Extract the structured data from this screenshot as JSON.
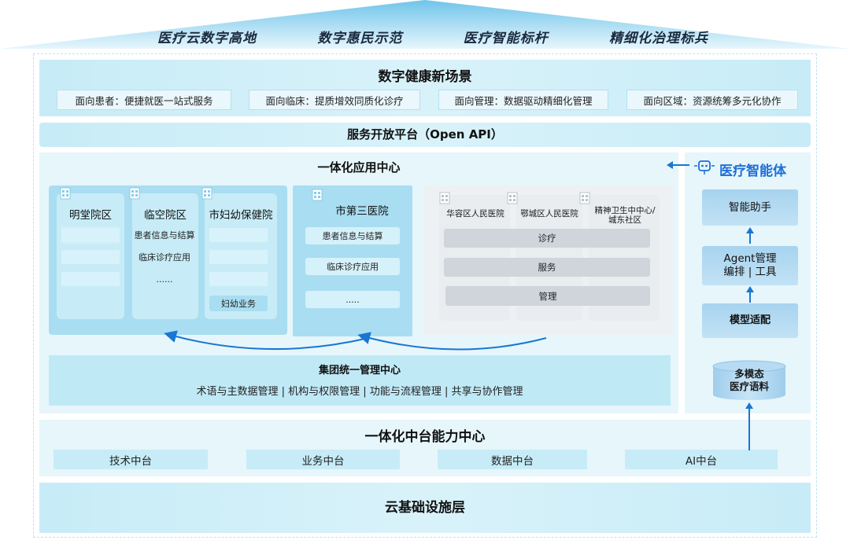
{
  "slogans": [
    "医疗云数字高地",
    "数字惠民示范",
    "医疗智能标杆",
    "精细化治理标兵"
  ],
  "scenarios": {
    "title": "数字健康新场景",
    "items": [
      "面向患者：便捷就医一站式服务",
      "面向临床：提质增效同质化诊疗",
      "面向管理：数据驱动精细化管理",
      "面向区域：资源统筹多元化协作"
    ]
  },
  "open_platform": {
    "title": "服务开放平台（Open API）"
  },
  "app_center": {
    "title": "一体化应用中心",
    "group_a": {
      "hospitals": [
        "明堂院区",
        "临空院区",
        "市妇幼保健院"
      ],
      "rows": [
        "患者信息与结算",
        "临床诊疗应用",
        "......"
      ],
      "special": "妇幼业务"
    },
    "hospital_b": {
      "name": "市第三医院",
      "rows": [
        "患者信息与结算",
        "临床诊疗应用",
        "....."
      ]
    },
    "group_c": {
      "hospitals": [
        "华容区人民医院",
        "鄂城区人民医院",
        "精神卫生中中心/城东社区"
      ],
      "rows": [
        "诊疗",
        "服务",
        "管理"
      ]
    },
    "management": {
      "title": "集团统一管理中心",
      "desc": "术语与主数据管理 | 机构与权限管理 | 功能与流程管理 | 共享与协作管理"
    }
  },
  "ai_agent": {
    "title": "医疗智能体",
    "assistant": "智能助手",
    "agent_line1": "Agent管理",
    "agent_line2": "编排 | 工具",
    "model": "模型适配",
    "corpus_line1": "多模态",
    "corpus_line2": "医疗语料"
  },
  "middle_platform": {
    "title": "一体化中台能力中心",
    "items": [
      "技术中台",
      "业务中台",
      "数据中台",
      "AI中台"
    ]
  },
  "infrastructure": {
    "title": "云基础设施层"
  },
  "colors": {
    "band": "#c7ecf7",
    "accent_blue": "#1976d2",
    "ai_title": "#1e6fd9",
    "grey": "#cfd5db"
  }
}
